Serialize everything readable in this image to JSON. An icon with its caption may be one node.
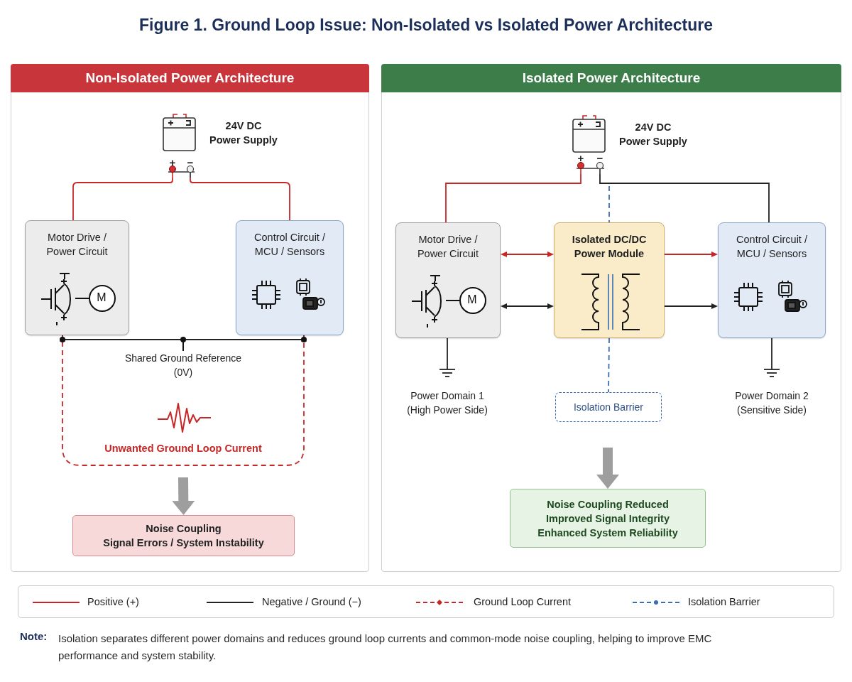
{
  "diagram": {
    "title": "Figure 1. Ground Loop Issue: Non-Isolated vs Isolated Power Architecture",
    "nodes": [
      {
        "text": [
          "Non-Isolated Power Architecture"
        ]
      },
      {
        "text": [
          "24V DC Power Supply"
        ],
        "in": 0
      },
      {
        "text": [
          "Motor Drive / Power Circuit"
        ],
        "in": 0
      },
      {
        "text": [
          "Control Circuit / MCU / Sensors"
        ],
        "in": 0
      },
      {
        "text": [
          "Noise Coupling",
          "Signal Errors / System Instability"
        ],
        "in": 0
      },
      {
        "text": [
          "Isolated Power Architecture"
        ]
      },
      {
        "text": [
          "24V DC Power Supply"
        ],
        "in": 5
      },
      {
        "text": [
          "Motor Drive / Power Circuit"
        ],
        "in": 5
      },
      {
        "text": [
          "Isolated DC/DC Power Module"
        ],
        "in": 5
      },
      {
        "text": [
          "Control Circuit / MCU / Sensors"
        ],
        "in": 5
      },
      {
        "text": [
          "Power Domain 1 (High Power Side)"
        ],
        "in": 5
      },
      {
        "text": [
          "Isolation Barrier"
        ],
        "in": 5
      },
      {
        "text": [
          "Power Domain 2 (Sensitive Side)"
        ],
        "in": 5
      },
      {
        "text": [
          "Noise Coupling Reduced",
          "Improved Signal Integrity",
          "Enhanced System Reliability"
        ],
        "in": 5
      }
    ],
    "edges": [
      {
        "from": 1,
        "to": 2,
        "arrow": "none",
        "color": "#c62828"
      },
      {
        "from": 1,
        "to": 3,
        "arrow": "none",
        "color": "#c62828"
      },
      {
        "from": 2,
        "to": 3,
        "arrow": "none",
        "label": "Shared Ground Reference (0V)",
        "color": "#222222"
      },
      {
        "from": 2,
        "to": 3,
        "arrow": "both",
        "style": "dashed",
        "color": "#c62828"
      },
      {
        "from": null,
        "to": 4,
        "arrow": "to",
        "style": "thick",
        "color": "#9e9e9e"
      },
      {
        "from": 6,
        "to": 7,
        "arrow": "none",
        "color": "#c62828"
      },
      {
        "from": 6,
        "to": 9,
        "arrow": "none",
        "color": "#222222"
      },
      {
        "from": 7,
        "to": 8,
        "arrow": "both",
        "color": "#c62828"
      },
      {
        "from": 7,
        "to": 8,
        "arrow": "both",
        "color": "#222222"
      },
      {
        "from": 8,
        "to": 9,
        "arrow": "to",
        "color": "#c62828"
      },
      {
        "from": 8,
        "to": 9,
        "arrow": "to",
        "color": "#222222"
      },
      {
        "from": null,
        "to": 8,
        "arrow": "none",
        "style": "dashed",
        "color": "#3a6db5"
      },
      {
        "from": 8,
        "to": 11,
        "arrow": "none",
        "style": "dashed",
        "color": "#3a6db5"
      },
      {
        "from": 7,
        "to": 10,
        "arrow": "none",
        "color": "#222222"
      },
      {
        "from": 9,
        "to": 12,
        "arrow": "none",
        "color": "#222222"
      },
      {
        "from": null,
        "to": 13,
        "arrow": "to",
        "style": "thick",
        "color": "#9e9e9e"
      }
    ],
    "labels": [
      "+",
      "−",
      "M",
      "Unwanted Ground Loop Current",
      "+",
      "−",
      "M",
      "Note:",
      "Isolation separates different power domains and reduces ground loop currents and common-mode noise coupling, helping to improve EMC performance and system stability."
    ],
    "legend": [
      {
        "text": "Positive (+)"
      },
      {
        "text": "Negative / Ground (−)"
      },
      {
        "text": "Ground Loop Current"
      },
      {
        "text": "Isolation Barrier"
      }
    ]
  }
}
